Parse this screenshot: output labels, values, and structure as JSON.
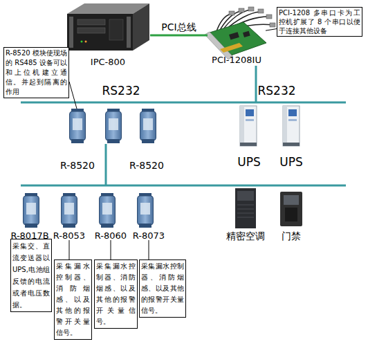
{
  "diagram": {
    "nodes": [
      {
        "text": [
          "IPC-800"
        ]
      },
      {
        "text": [
          "PCI-1208IU"
        ]
      },
      {
        "text": [
          "PCI-1208 多串口卡为工控机扩展了 8 个串口以便于连接其他设备"
        ]
      },
      {
        "text": [
          "R-8520 模块使现场的 RS485 设备可以和上位机建立通信。并起到隔离的作用"
        ]
      },
      {
        "text": [
          "采集交、直流变送器以UPS,电池组反馈的电流或者电压数据。"
        ]
      },
      {
        "text": [
          "采集漏水控制器、消防烟感、以及其他的报警开关量信号。"
        ]
      },
      {
        "text": [
          "采集漏水控制器、消防烟感、以及其他的报警开关量信号。"
        ]
      },
      {
        "text": [
          "采集漏水控制器、消防烟感、以及其他的报警开关量信号。"
        ]
      }
    ],
    "edges": [
      {
        "from": 0,
        "to": 1,
        "arrow": "none",
        "label": "PCI总线"
      },
      {
        "from": 2,
        "to": 1,
        "arrow": "none"
      }
    ],
    "labels": [
      "RS232",
      "RS232",
      "R-8520",
      "R-8520",
      "UPS",
      "UPS",
      "R-8017B",
      "R-8053",
      "R-8060",
      "R-8073",
      "精密空调",
      "门禁"
    ]
  }
}
